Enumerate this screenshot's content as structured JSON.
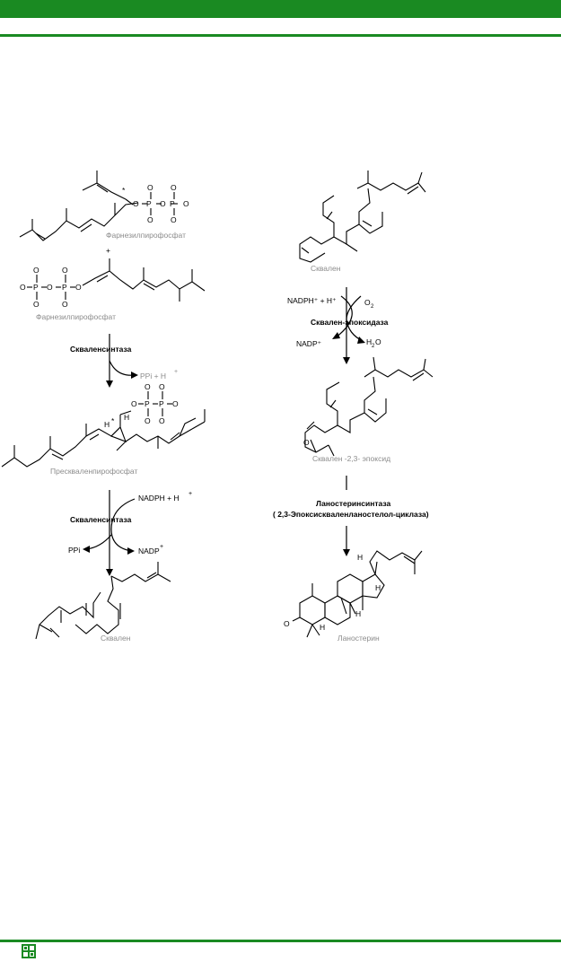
{
  "colors": {
    "accent": "#1a8a22",
    "caption_grey": "#8c8c8c"
  },
  "left_column": {
    "farnesyl_pp_1": "Фарнезилпирофосфат",
    "plus": "+",
    "farnesyl_pp_2": "Фарнезилпирофосфат",
    "enzyme_1": "Скваленсинтаза",
    "byproduct_1": "PPi + H",
    "byproduct_1_sup": "+",
    "presqualene_pp": "Пресквaленпирофосфат",
    "cofactor_in": "NADPH + H",
    "cofactor_in_sup": "+",
    "enzyme_2": "Скваленсинтаза",
    "byproduct_2": "PPi",
    "cofactor_out": "NADP",
    "cofactor_out_sup": "+",
    "squalene": "Сквален"
  },
  "right_column": {
    "squalene": "Сквален",
    "cofactor_in": "NADPH⁺ + H⁺",
    "oxygen": "O",
    "oxygen_sub": "2",
    "enzyme_epoxidase": "Сквален-эпоксидаза",
    "cofactor_out": "NADP⁺",
    "water": "H",
    "water_sub": "2",
    "water_o": "O",
    "epoxide": "Сквален -2,3- эпоксид",
    "enzyme_cyclase": "Ланостеринсинтаза",
    "enzyme_cyclase_alt": "( 2,3-Эпоксисквaленланостелол-циклаза)",
    "lanosterol": "Ланостерин"
  },
  "atoms": {
    "oxygen": "O",
    "phosphorus": "P",
    "hydrogen": "H",
    "star": "*"
  },
  "footer": {
    "logo_icon": "publisher-logo-icon"
  }
}
